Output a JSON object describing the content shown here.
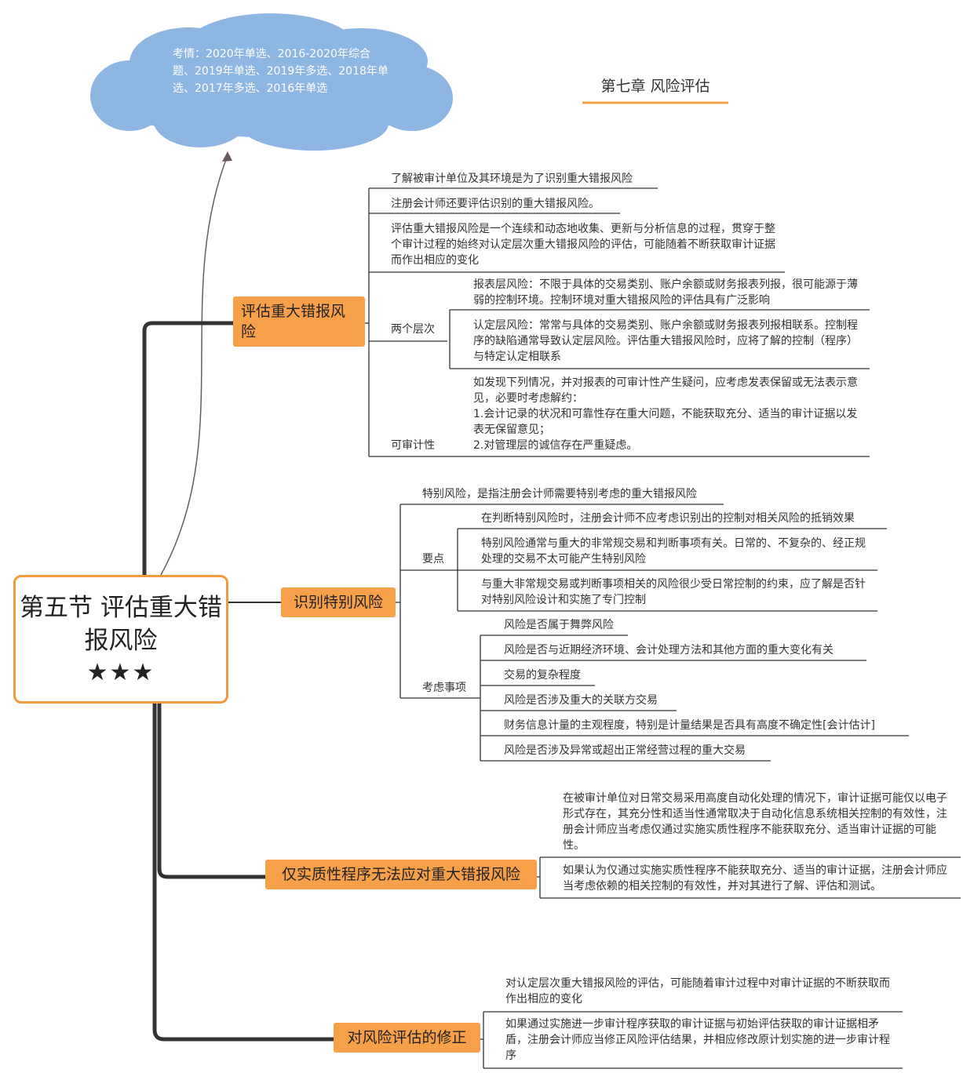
{
  "colors": {
    "accent": "#f7a04a",
    "root_border": "#f39a3d",
    "cloud": "#8db6e3",
    "line": "#333333"
  },
  "cloud": {
    "text": "考情：2020年单选、2016-2020年综合题、2019年单选、2019年多选、2018年单选、2017年多选、2016年单选"
  },
  "chapter_title": "第七章 风险评估",
  "root": {
    "title": "第五节 评估重大错报风险",
    "stars": "★★★"
  },
  "branches": [
    {
      "label": "评估重大错报风险",
      "leaves": [
        "了解被审计单位及其环境是为了识别重大错报风险",
        "注册会计师还要评估识别的重大错报风险。",
        "评估重大错报风险是一个连续和动态地收集、更新与分析信息的过程，贯穿于整个审计过程的始终对认定层次重大错报风险的评估，可能随着不断获取审计证据而作出相应的变化"
      ],
      "groups": [
        {
          "label": "两个层次",
          "items": [
            "报表层风险：不限于具体的交易类别、账户余额或财务报表列报，很可能源于薄弱的控制环境。控制环境对重大错报风险的评估具有广泛影响",
            "认定层风险：常常与具体的交易类别、账户余额或财务报表列报相联系。控制程序的缺陷通常导致认定层风险。评估重大错报风险时，应将了解的控制（程序）与特定认定相联系"
          ]
        },
        {
          "label": "可审计性",
          "items": [
            "如发现下列情况，并对报表的可审计性产生疑问，应考虑发表保留或无法表示意见，必要时考虑解约：\n1.会计记录的状况和可靠性存在重大问题，不能获取充分、适当的审计证据以发表无保留意见；\n2.对管理层的诚信存在严重疑虑。"
          ]
        }
      ]
    },
    {
      "label": "识别特别风险",
      "leaves": [
        "特别风险，是指注册会计师需要特别考虑的重大错报风险"
      ],
      "groups": [
        {
          "label": "要点",
          "items": [
            "在判断特别风险时，注册会计师不应考虑识别出的控制对相关风险的抵销效果",
            "特别风险通常与重大的非常规交易和判断事项有关。日常的、不复杂的、经正规处理的交易不太可能产生特别风险",
            "与重大非常规交易或判断事项相关的风险很少受日常控制的约束，应了解是否针对特别风险设计和实施了专门控制"
          ]
        },
        {
          "label": "考虑事项",
          "items": [
            "风险是否属于舞弊风险",
            "风险是否与近期经济环境、会计处理方法和其他方面的重大变化有关",
            "交易的复杂程度",
            "风险是否涉及重大的关联方交易",
            "财务信息计量的主观程度，特别是计量结果是否具有高度不确定性[会计估计]",
            "风险是否涉及异常或超出正常经营过程的重大交易"
          ]
        }
      ]
    },
    {
      "label": "仅实质性程序无法应对重大错报风险",
      "leaves": [
        "在被审计单位对日常交易采用高度自动化处理的情况下，审计证据可能仅以电子形式存在，其充分性和适当性通常取决于自动化信息系统相关控制的有效性，注册会计师应当考虑仅通过实施实质性程序不能获取充分、适当审计证据的可能性。",
        "如果认为仅通过实施实质性程序不能获取充分、适当的审计证据，注册会计师应当考虑依赖的相关控制的有效性，并对其进行了解、评估和测试。"
      ]
    },
    {
      "label": "对风险评估的修正",
      "leaves": [
        "对认定层次重大错报风险的评估，可能随着审计过程中对审计证据的不断获取而作出相应的变化",
        "如果通过实施进一步审计程序获取的审计证据与初始评估获取的审计证据相矛盾，注册会计师应当修正风险评估结果，并相应修改原计划实施的进一步审计程序"
      ]
    }
  ]
}
